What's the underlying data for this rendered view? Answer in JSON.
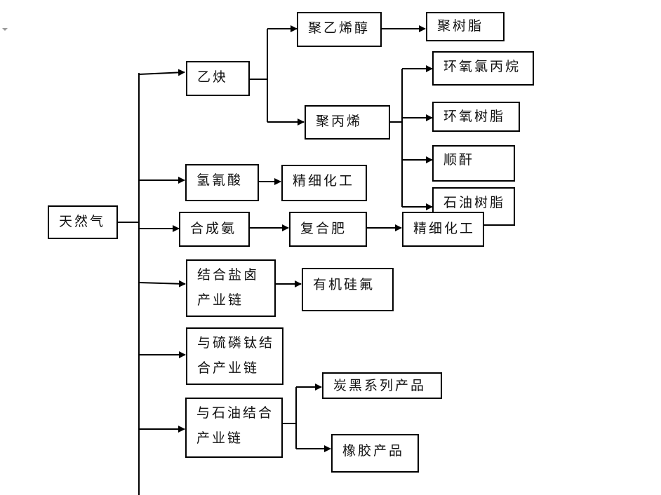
{
  "nodes": {
    "root": "天然气",
    "yique": "乙炔",
    "juyixichun": "聚乙烯醇",
    "jushuzhi": "聚树脂",
    "jubingxi": "聚丙烯",
    "huanyanglvbingwan": "环氧氯丙烷",
    "huanyangshuzhi": "环氧树脂",
    "shunbi": "顺酐",
    "shiyoushuzhi": "石油树脂",
    "qingqingsuan": "氢氰酸",
    "jingxihuagong1": "精细化工",
    "hechengan": "合成氨",
    "fuhefei": "复合肥",
    "jingxihuagong2": "精细化工",
    "yanlu_l1": "结合盐卤",
    "yanlu_l2": "产业链",
    "youjiguifu": "有机硅氟",
    "liulintai_l1": "与硫磷钛结",
    "liulintai_l2": "合产业链",
    "shiyou_l1": "与石油结合",
    "shiyou_l2": "产业链",
    "tanhei": "炭黑系列产品",
    "xiangjiao": "橡胶产品"
  }
}
